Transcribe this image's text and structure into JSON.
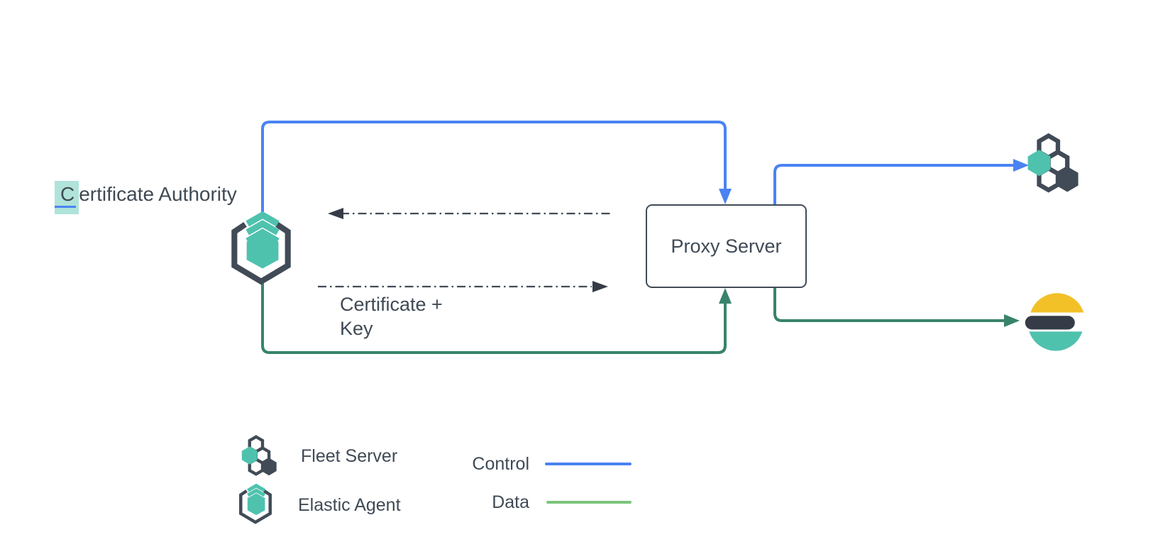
{
  "nodes": {
    "certificate_authority": {
      "label": "Certificate Authority",
      "label_first_char": "C",
      "label_rest": "ertificate Authority",
      "selection": "first character highlighted teal with blue underline"
    },
    "proxy_server": {
      "label": "Proxy Server"
    },
    "elastic_agent": {
      "icon": "elastic-agent-icon"
    },
    "fleet_server": {
      "icon": "fleet-server-icon"
    },
    "elasticsearch": {
      "icon": "elasticsearch-logo"
    }
  },
  "edges": {
    "certificate_key_label_line1": "Certificate +",
    "certificate_key_label_line2": "Key",
    "control_path": "Elastic Agent -> Proxy Server -> Fleet Server (blue solid)",
    "data_path": "Elastic Agent -> Proxy Server -> Elasticsearch (green solid)",
    "cert_exchange": "dash-dot arrows between Certificate Authority agent and Proxy Server (both directions)"
  },
  "legend": {
    "items": [
      {
        "icon": "fleet-server-icon",
        "label": "Fleet Server"
      },
      {
        "icon": "elastic-agent-icon",
        "label": "Elastic Agent"
      }
    ],
    "flows": [
      {
        "label": "Control",
        "color": "#4a83f2"
      },
      {
        "label": "Data",
        "color": "#7cc57c"
      }
    ]
  },
  "colors": {
    "control_blue": "#4a83f2",
    "data_green_path": "#38836c",
    "legend_data_green": "#7cc57c",
    "teal_accent": "#4fc2ae",
    "dark_slate": "#414b57",
    "elastic_yellow": "#f2c128",
    "text": "#3f4a55",
    "selection_highlight": "rgba(79,194,174,0.45)"
  }
}
